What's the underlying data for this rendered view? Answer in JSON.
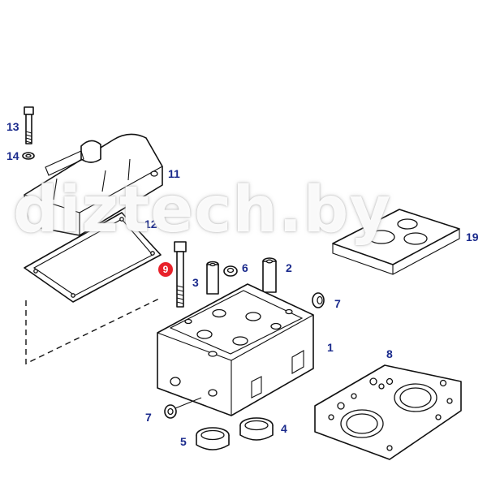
{
  "watermark": {
    "text": "diztech.by"
  },
  "callouts": [
    {
      "id": "13",
      "label": "13"
    },
    {
      "id": "14",
      "label": "14"
    },
    {
      "id": "11",
      "label": "11"
    },
    {
      "id": "12",
      "label": "12"
    },
    {
      "id": "19",
      "label": "19"
    },
    {
      "id": "9",
      "label": "9",
      "highlighted": true
    },
    {
      "id": "3",
      "label": "3"
    },
    {
      "id": "6",
      "label": "6"
    },
    {
      "id": "2",
      "label": "2"
    },
    {
      "id": "7a",
      "label": "7"
    },
    {
      "id": "1",
      "label": "1"
    },
    {
      "id": "8",
      "label": "8"
    },
    {
      "id": "7b",
      "label": "7"
    },
    {
      "id": "4",
      "label": "4"
    },
    {
      "id": "5",
      "label": "5"
    }
  ],
  "colors": {
    "callout_text": "#1a2a8c",
    "highlight_marker": "#e8212a",
    "line_art": "#111111",
    "background": "#ffffff"
  }
}
